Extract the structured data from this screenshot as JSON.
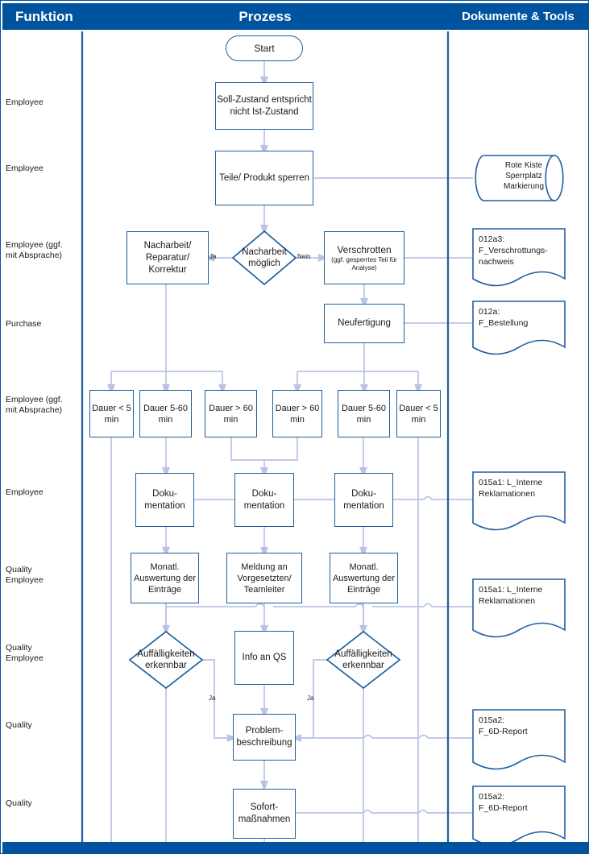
{
  "headers": {
    "funktion": "Funktion",
    "prozess": "Prozess",
    "dokumente": "Dokumente & Tools"
  },
  "colors": {
    "header_bg": "#00539f",
    "node_border": "#1f5fa0",
    "connector": "#b8c4e6",
    "text": "#1a1a1a"
  },
  "function_lanes": [
    {
      "label": "Employee"
    },
    {
      "label": "Employee"
    },
    {
      "label": "Employee (ggf.\nmit Absprache)"
    },
    {
      "label": "Purchase"
    },
    {
      "label": "Employee (ggf.\nmit Absprache)"
    },
    {
      "label": "Employee"
    },
    {
      "label": "Quality\nEmployee"
    },
    {
      "label": "Quality\nEmployee"
    },
    {
      "label": "Quality"
    },
    {
      "label": "Quality"
    }
  ],
  "process_nodes": {
    "start": "Start",
    "soll_ist": "Soll-Zustand entspricht nicht Ist-Zustand",
    "sperren": "Teile/ Produkt sperren",
    "nacharbeit_moeglich": "Nacharbeit möglich",
    "nacharbeit_reparatur": "Nacharbeit/ Reparatur/ Korrektur",
    "verschrotten": "Verschrotten",
    "verschrotten_sub": "(ggf. gesperrtes Teil für Analyse)",
    "neufertigung": "Neufertigung",
    "dauer_1": "Dauer < 5 min",
    "dauer_2": "Dauer 5-60 min",
    "dauer_3": "Dauer > 60 min",
    "dauer_4": "Dauer > 60 min",
    "dauer_5": "Dauer 5-60 min",
    "dauer_6": "Dauer < 5 min",
    "doku_1": "Doku- mentation",
    "doku_2": "Doku- mentation",
    "doku_3": "Doku- mentation",
    "monatl_1": "Monatl. Auswertung der Einträge",
    "meldung": "Meldung an Vorgesetzten/ Teamleiter",
    "monatl_2": "Monatl. Auswertung der Einträge",
    "auffaellig_1": "Auffälligkeiten erkennbar",
    "info_qs": "Info an QS",
    "auffaellig_2": "Auffälligkeiten erkennbar",
    "problem": "Problem- beschreibung",
    "sofort": "Sofort- maßnahmen"
  },
  "edge_labels": {
    "ja_nacharbeit": "Ja",
    "nein_nacharbeit": "Nein",
    "ja_left": "Ja",
    "ja_right": "Ja"
  },
  "documents": [
    {
      "id": "rote-kiste",
      "text": "Rote Kiste Sperrplatz Markierung",
      "shape": "cylinder"
    },
    {
      "id": "doc-012a3",
      "text": "012a3:\nF_Verschrottungs-\nnachweis",
      "shape": "document"
    },
    {
      "id": "doc-012a",
      "text": "012a:\nF_Bestellung",
      "shape": "document"
    },
    {
      "id": "doc-015a1-1",
      "text": "015a1: L_Interne\nReklamationen",
      "shape": "document"
    },
    {
      "id": "doc-015a1-2",
      "text": "015a1: L_Interne\nReklamationen",
      "shape": "document"
    },
    {
      "id": "doc-015a2-1",
      "text": "015a2:\nF_6D-Report",
      "shape": "document"
    },
    {
      "id": "doc-015a2-2",
      "text": "015a2:\nF_6D-Report",
      "shape": "document"
    }
  ]
}
